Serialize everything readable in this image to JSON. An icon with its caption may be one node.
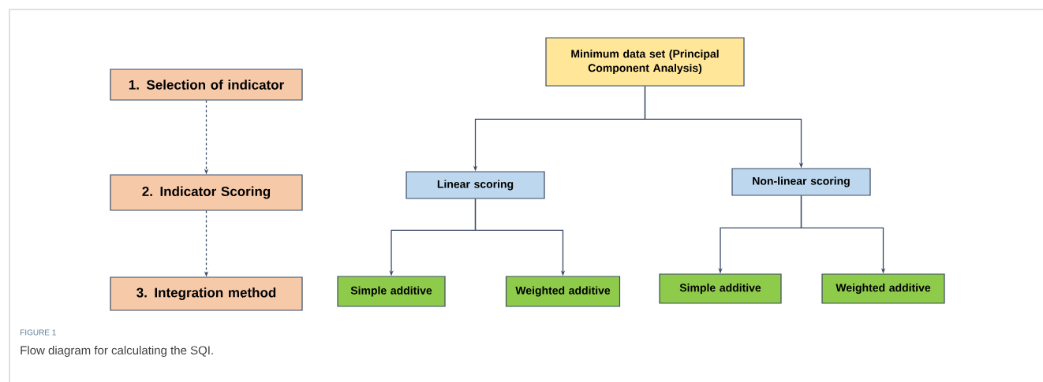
{
  "diagram": {
    "caption": "Flow diagram for calculating the SQI.",
    "nodes": [
      {
        "text": [
          "1. Selection of indicator"
        ]
      },
      {
        "text": [
          "2. Indicator Scoring"
        ]
      },
      {
        "text": [
          "3. Integration method"
        ]
      },
      {
        "text": [
          "Minimum data set (Principal Component Analysis)"
        ]
      },
      {
        "text": [
          "Linear scoring"
        ]
      },
      {
        "text": [
          "Non-linear scoring"
        ]
      },
      {
        "text": [
          "Simple additive"
        ]
      },
      {
        "text": [
          "Weighted additive"
        ]
      },
      {
        "text": [
          "Simple additive"
        ]
      },
      {
        "text": [
          "Weighted additive"
        ]
      }
    ],
    "edges": [
      {
        "from": 0,
        "to": 1,
        "arrow": "to",
        "style": "dashed"
      },
      {
        "from": 1,
        "to": 2,
        "arrow": "to",
        "style": "dashed"
      },
      {
        "from": 3,
        "to": 4,
        "arrow": "to"
      },
      {
        "from": 3,
        "to": 5,
        "arrow": "to"
      },
      {
        "from": 4,
        "to": 6,
        "arrow": "to"
      },
      {
        "from": 4,
        "to": 7,
        "arrow": "to"
      },
      {
        "from": 5,
        "to": 8,
        "arrow": "to"
      },
      {
        "from": 5,
        "to": 9,
        "arrow": "to"
      }
    ],
    "labels": [
      "FIGURE 1"
    ]
  }
}
